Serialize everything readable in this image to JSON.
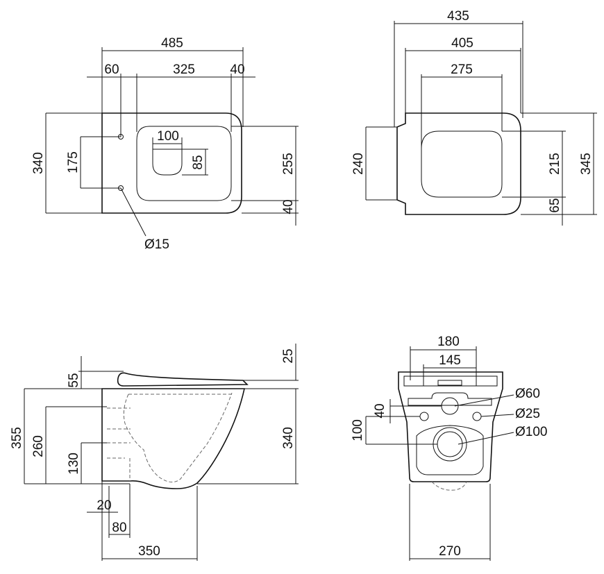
{
  "views": {
    "top_left": {
      "dims": {
        "overall_length": "485",
        "rear_offset": "60",
        "bowl_length": "325",
        "front_offset": "40",
        "fixing_spacing": "175",
        "overall_width": "340",
        "opening_width": "100",
        "opening_depth": "85",
        "bowl_width": "255",
        "rim_margin": "40",
        "fixing_hole": "Ø15"
      }
    },
    "top_right": {
      "dims": {
        "total_length": "435",
        "seat_length": "405",
        "opening_length": "275",
        "mount_width": "240",
        "opening_width": "215",
        "seat_width": "345",
        "front_margin": "65"
      }
    },
    "side": {
      "dims": {
        "seat_thickness": "25",
        "seat_height": "55",
        "total_height": "355",
        "bowl_height": "340",
        "inlet_height": "260",
        "outlet_height": "130",
        "wall_gap": "20",
        "outlet_offset": "80",
        "depth": "350"
      }
    },
    "rear": {
      "dims": {
        "outer_width": "180",
        "inner_width": "145",
        "inlet_diameter": "Ø60",
        "fixing_diameter": "Ø25",
        "outlet_diameter": "Ø100",
        "fixing_height": "40",
        "outlet_height": "100",
        "base_width": "270"
      }
    }
  }
}
